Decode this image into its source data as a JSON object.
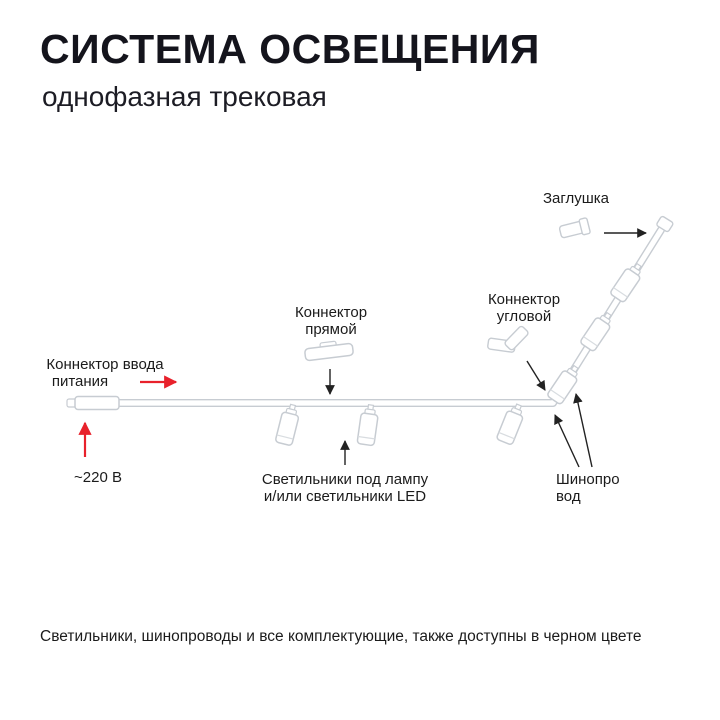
{
  "header": {
    "title": "СИСТЕМА ОСВЕЩЕНИЯ",
    "subtitle": "однофазная трековая"
  },
  "diagram": {
    "labels": {
      "end_cap": "Заглушка",
      "straight_connector": [
        "Коннектор",
        "прямой"
      ],
      "corner_connector": [
        "Коннектор",
        "угловой"
      ],
      "power_input": [
        "Коннектор ввода",
        "питания"
      ],
      "voltage": "~220 В",
      "fixtures": [
        "Светильники под лампу",
        "и/или светильники LED"
      ],
      "busbar": [
        "Шинопро",
        "вод"
      ]
    },
    "colors": {
      "arrow_black": "#222222",
      "arrow_red": "#e8212b",
      "track_outline": "#c7ccd2",
      "fixture_fill": "#ffffff"
    }
  },
  "footer": {
    "note": "Светильники, шинопроводы и все комплектующие, также доступны в черном цвете"
  }
}
